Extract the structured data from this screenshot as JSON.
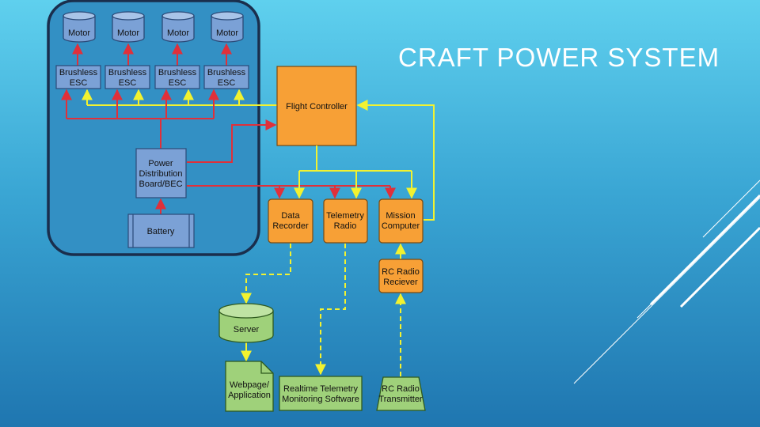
{
  "slide": {
    "title": "CRAFT POWER SYSTEM"
  },
  "colors": {
    "power": "#e0303a",
    "signal": "#f2f230",
    "blue_box": "#7ba1d6",
    "orange_box": "#f7a036",
    "green_box": "#9fd17a",
    "frame": "#1a2e4d"
  },
  "diagram": {
    "motors": [
      "Motor",
      "Motor",
      "Motor",
      "Motor"
    ],
    "escs": [
      [
        "Brushless",
        "ESC"
      ],
      [
        "Brushless",
        "ESC"
      ],
      [
        "Brushless",
        "ESC"
      ],
      [
        "Brushless",
        "ESC"
      ]
    ],
    "flight_controller": "Flight Controller",
    "pdb": [
      "Power",
      "Distribution",
      "Board/BEC"
    ],
    "battery": "Battery",
    "data_recorder": [
      "Data",
      "Recorder"
    ],
    "telemetry_radio": [
      "Telemetry",
      "Radio"
    ],
    "mission_computer": [
      "Mission",
      "Computer"
    ],
    "rc_receiver": [
      "RC Radio",
      "Reciever"
    ],
    "server": "Server",
    "webpage": [
      "Webpage/",
      "Application"
    ],
    "telemetry_software": [
      "Realtime Telemetry",
      "Monitoring Software"
    ],
    "rc_transmitter": [
      "RC Radio",
      "Transmitter"
    ]
  }
}
